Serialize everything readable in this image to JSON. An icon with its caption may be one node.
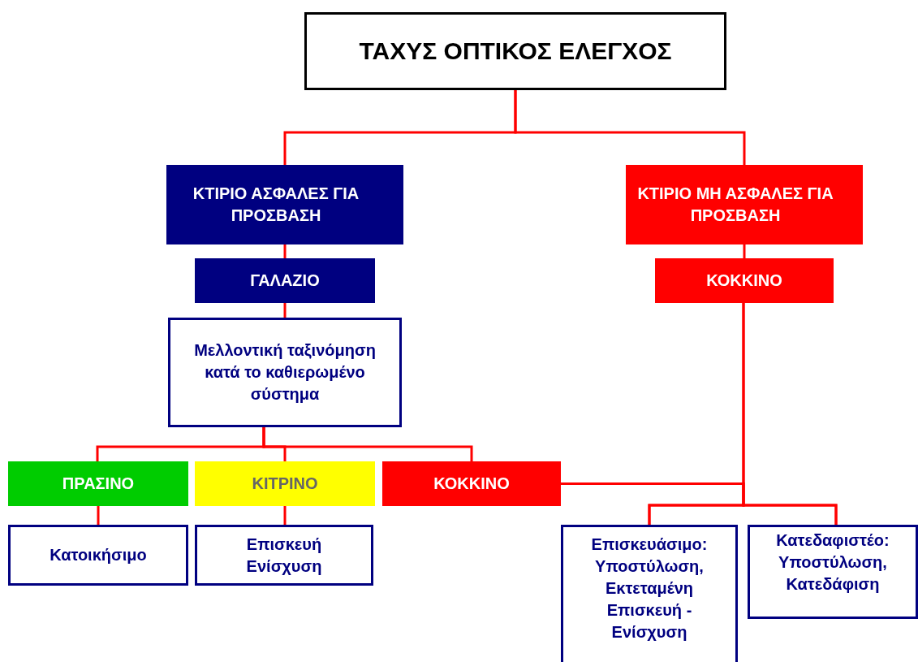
{
  "diagram": {
    "nodes": [
      {
        "text": [
          "ΤΑΧΥΣ ΟΠΤΙΚΟΣ ΕΛΕΓΧΟΣ"
        ]
      },
      {
        "text": [
          "ΚΤΙΡΙΟ ΑΣΦΑΛΕΣ ΓΙΑ ΠΡΟΣΒΑΣΗ"
        ]
      },
      {
        "text": [
          "ΚΤΙΡΙΟ ΜΗ ΑΣΦΑΛΕΣ ΓΙΑ ΠΡΟΣΒΑΣΗ"
        ]
      },
      {
        "text": [
          "ΓΑΛΑΖΙΟ"
        ]
      },
      {
        "text": [
          "ΚΟΚΚΙΝΟ"
        ]
      },
      {
        "text": [
          "Μελλοντική ταξινόμηση κατά το καθιερωμένο σύστημα"
        ]
      },
      {
        "text": [
          "ΠΡΑΣΙΝΟ"
        ]
      },
      {
        "text": [
          "ΚΙΤΡΙΝΟ"
        ]
      },
      {
        "text": [
          "ΚΟΚΚΙΝΟ"
        ]
      },
      {
        "text": [
          "Κατοικήσιμο"
        ]
      },
      {
        "text": [
          "Επισκευή Ενίσχυση"
        ]
      },
      {
        "text": [
          "Επισκευάσιμο: Υποστύλωση, Εκτεταμένη Επισκευή - Ενίσχυση"
        ]
      },
      {
        "text": [
          "Κατεδαφιστέο: Υποστύλωση, Κατεδάφιση"
        ]
      }
    ],
    "edges": [
      {
        "from": 0,
        "to": 1,
        "arrow": "none"
      },
      {
        "from": 0,
        "to": 2,
        "arrow": "none"
      },
      {
        "from": 1,
        "to": 3,
        "arrow": "none"
      },
      {
        "from": 3,
        "to": 5,
        "arrow": "none"
      },
      {
        "from": 2,
        "to": 4,
        "arrow": "none"
      },
      {
        "from": 5,
        "to": 6,
        "arrow": "none"
      },
      {
        "from": 5,
        "to": 7,
        "arrow": "none"
      },
      {
        "from": 5,
        "to": 8,
        "arrow": "none"
      },
      {
        "from": 6,
        "to": 9,
        "arrow": "none"
      },
      {
        "from": 7,
        "to": 10,
        "arrow": "none"
      },
      {
        "from": 4,
        "to": 11,
        "arrow": "none"
      },
      {
        "from": 4,
        "to": 12,
        "arrow": "none"
      },
      {
        "from": 8,
        "to": 11,
        "arrow": "none"
      },
      {
        "from": 8,
        "to": 12,
        "arrow": "none"
      }
    ]
  }
}
